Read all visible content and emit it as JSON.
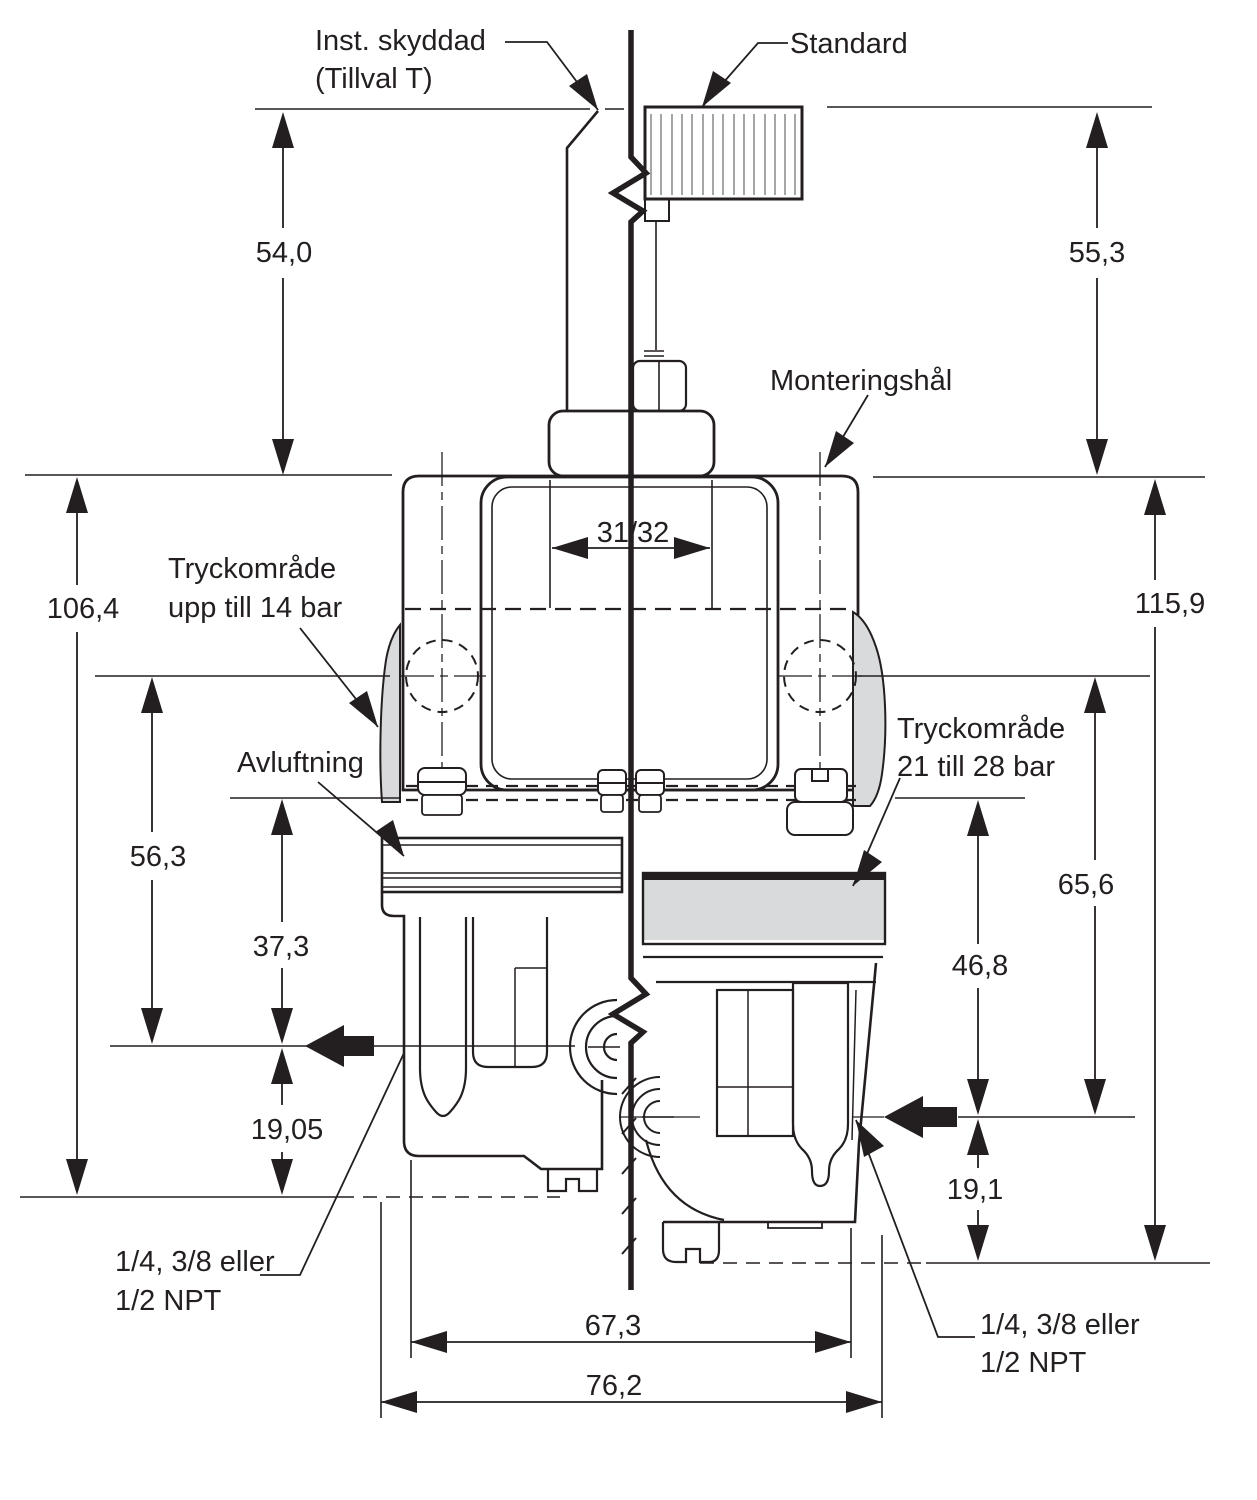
{
  "labels": {
    "inst_protected_line1": "Inst. skyddad",
    "inst_protected_line2": "(Tillval T)",
    "standard": "Standard",
    "mounting_hole": "Monteringshål",
    "pressure_low_line1": "Tryckområde",
    "pressure_low_line2": "upp till 14 bar",
    "vent": "Avluftning",
    "pressure_high_line1": "Tryckområde",
    "pressure_high_line2": "21 till 28 bar",
    "npt_left_line1": "1/4, 3/8 eller",
    "npt_left_line2": "1/2 NPT",
    "npt_right_line1": "1/4, 3/8 eller",
    "npt_right_line2": "1/2 NPT"
  },
  "dimensions": {
    "top_left_height": "54,0",
    "top_right_height": "55,3",
    "left_total_height": "106,4",
    "right_total_height": "115,9",
    "bracket_slot_width": "31/32",
    "left_mid_height": "56,3",
    "left_body_height": "37,3",
    "left_port_offset": "19,05",
    "right_mid_height": "65,6",
    "right_body_height": "46,8",
    "right_port_offset": "19,1",
    "body_width_inner": "67,3",
    "body_width_outer": "76,2"
  },
  "colors": {
    "line": "#231f20",
    "shade": "#d9dadc",
    "hatch": "#8d8f92",
    "background": "#ffffff"
  }
}
